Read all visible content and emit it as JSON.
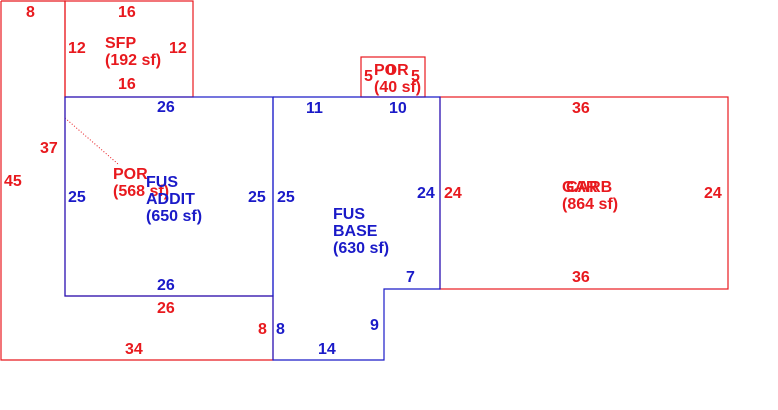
{
  "colors": {
    "red": "#e8191e",
    "blue": "#1a1ac8"
  },
  "areas": {
    "sfp": {
      "name": "SFP",
      "area": "(192 sf)"
    },
    "por_front": {
      "name": "POR",
      "area": "(40 sf)",
      "overlay": "0"
    },
    "por_large": {
      "name": "POR",
      "area": "(568 sf)"
    },
    "fus_addit": {
      "name1": "FUS",
      "name2": "ADDIT",
      "area": "(650 sf)"
    },
    "fus_base": {
      "name1": "FUS",
      "name2": "BASE",
      "area": "(630 sf)"
    },
    "garage": {
      "name_a": "GAR",
      "name_b": "CARB",
      "area": "(864 sf)"
    }
  },
  "dims": {
    "outer_top": "8",
    "outer_left_45": "45",
    "outer_left_37": "37",
    "outer_bottom_34": "34",
    "sfp_top": "16",
    "sfp_left": "12",
    "sfp_right": "12",
    "sfp_bottom": "16",
    "por_small_left": "5",
    "por_small_right": "5",
    "por_bottom_26": "26",
    "por_right_8": "8",
    "addit_top": "26",
    "addit_left": "25",
    "addit_right": "25",
    "addit_bottom": "26",
    "base_left": "25",
    "base_top_11": "11",
    "base_top_10": "10",
    "base_right": "24",
    "base_step_7": "7",
    "base_step_9": "9",
    "base_bottom": "14",
    "base_left_8": "8",
    "gar_top": "36",
    "gar_left": "24",
    "gar_right": "24",
    "gar_bottom": "36"
  }
}
